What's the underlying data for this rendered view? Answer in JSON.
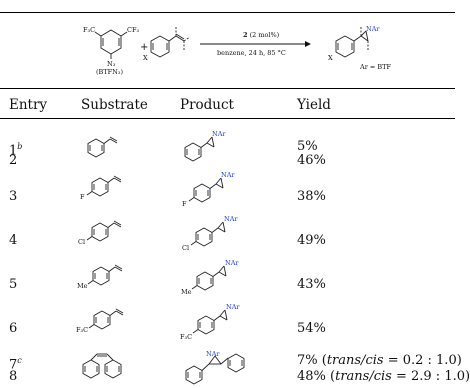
{
  "scheme": {
    "reagent_cf3_left": "F₃C",
    "reagent_cf3_right": "CF₃",
    "reagent_n3": "N₃",
    "reagent_name": "(BTFN₃)",
    "plus": "+",
    "substituent_x": "X",
    "catalyst_num": "2",
    "catalyst_load": " (2 mol%)",
    "conditions": "benzene, 24 h, 85 °C",
    "product_nar": "NAr",
    "product_x": "X",
    "ar_def": "Ar = BTF"
  },
  "headers": {
    "entry": "Entry",
    "substrate": "Substrate",
    "product": "Product",
    "yield": "Yield"
  },
  "rows": [
    {
      "entry": "1",
      "sup": "b",
      "yield": "5%",
      "substituent": "",
      "nar": "NAr"
    },
    {
      "entry": "2",
      "sup": "",
      "yield": "46%",
      "substituent": "",
      "nar": ""
    },
    {
      "entry": "3",
      "sup": "",
      "yield": "38%",
      "substituent": "F",
      "nar": "NAr"
    },
    {
      "entry": "4",
      "sup": "",
      "yield": "49%",
      "substituent": "Cl",
      "nar": "NAr"
    },
    {
      "entry": "5",
      "sup": "",
      "yield": "43%",
      "substituent": "Me",
      "nar": "NAr"
    },
    {
      "entry": "6",
      "sup": "",
      "yield": "54%",
      "substituent": "F₃C",
      "nar": "NAr"
    },
    {
      "entry": "7",
      "sup": "c",
      "yield": "7% (",
      "yield_ratio": "trans/cis",
      "yield_tail": " = 0.2 : 1.0)",
      "substituent": "",
      "nar": "NAr"
    },
    {
      "entry": "8",
      "sup": "",
      "yield": "48% (",
      "yield_ratio": "trans/cis",
      "yield_tail": " = 2.9 : 1.0)",
      "substituent": "",
      "nar": ""
    }
  ]
}
